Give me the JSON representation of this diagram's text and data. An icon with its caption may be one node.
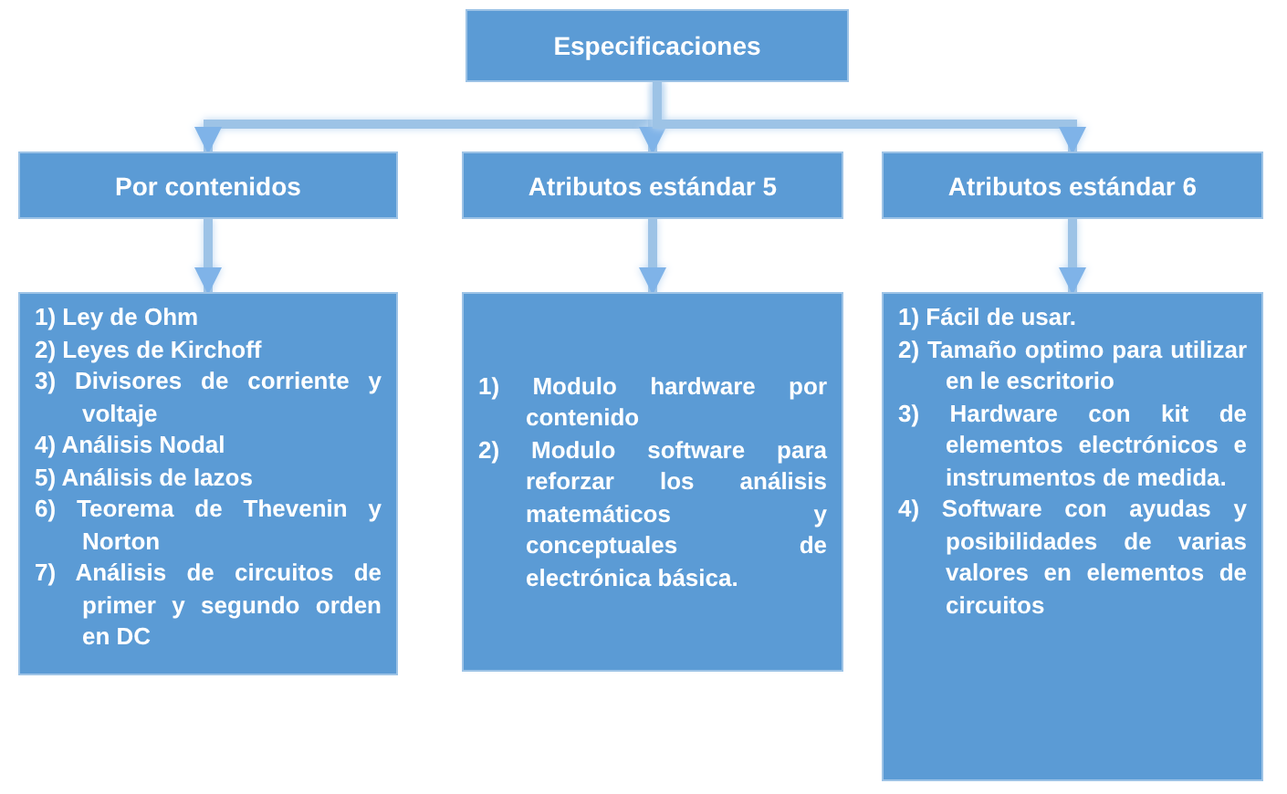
{
  "diagram": {
    "nodes": [
      {
        "text": [
          "Especificaciones"
        ]
      },
      {
        "text": [
          "Por contenidos"
        ]
      },
      {
        "text": [
          "Atributos estándar 5"
        ]
      },
      {
        "text": [
          "Atributos estándar 6"
        ]
      },
      {
        "text": [
          "1) Ley de Ohm",
          "2) Leyes de Kirchoff",
          "3) Divisores de corriente y voltaje",
          "4) Análisis Nodal",
          "5) Análisis de lazos",
          "6) Teorema de Thevenin y Norton",
          "7) Análisis de circuitos de primer y segundo orden en DC"
        ]
      },
      {
        "text": [
          "1) Modulo hardware por contenido",
          "2) Modulo software para reforzar los análisis matemáticos y conceptuales de electrónica básica."
        ]
      },
      {
        "text": [
          "1) Fácil de usar.",
          "2) Tamaño optimo para utilizar en le escritorio",
          "3) Hardware con kit de elementos electrónicos e instrumentos de medida.",
          "4) Software con ayudas y posibilidades de varias valores en elementos de circuitos"
        ]
      }
    ],
    "edges": [
      {
        "from": 0,
        "to": 1,
        "arrow": "to"
      },
      {
        "from": 0,
        "to": 2,
        "arrow": "to"
      },
      {
        "from": 0,
        "to": 3,
        "arrow": "to"
      },
      {
        "from": 1,
        "to": 4,
        "arrow": "to"
      },
      {
        "from": 2,
        "to": 5,
        "arrow": "to"
      },
      {
        "from": 3,
        "to": 6,
        "arrow": "to"
      }
    ]
  }
}
